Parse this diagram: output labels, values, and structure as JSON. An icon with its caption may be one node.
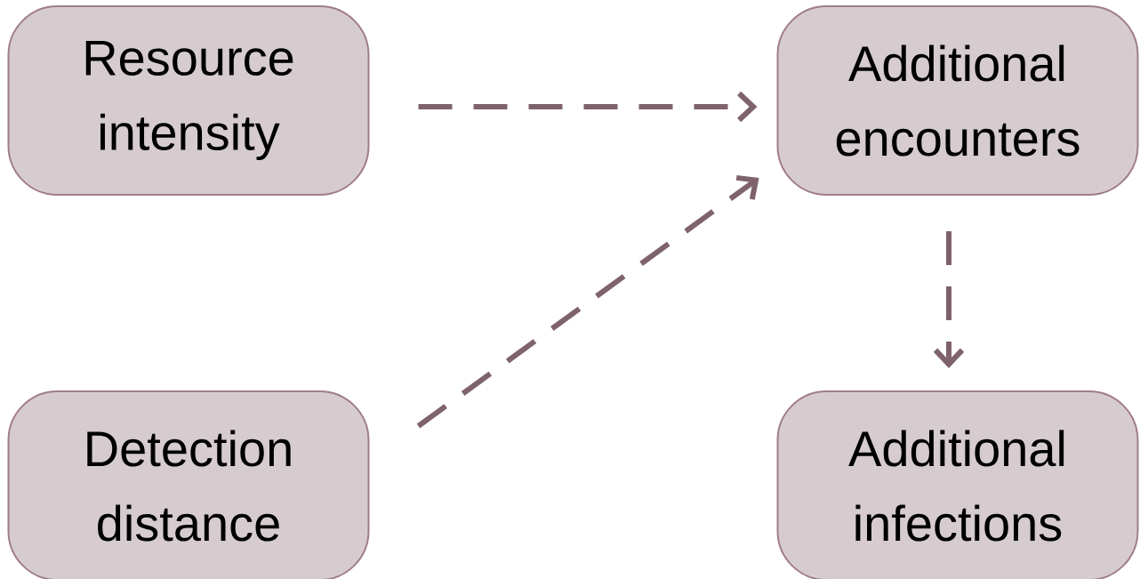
{
  "diagram": {
    "nodes": [
      {
        "text": [
          "Resource intensity"
        ]
      },
      {
        "text": [
          "Additional encounters"
        ]
      },
      {
        "text": [
          "Detection distance"
        ]
      },
      {
        "text": [
          "Additional infections"
        ]
      }
    ],
    "edges": [
      {
        "from": 0,
        "to": 1,
        "arrow": "to",
        "style": "dashed"
      },
      {
        "from": 2,
        "to": 1,
        "arrow": "to",
        "style": "dashed"
      },
      {
        "from": 1,
        "to": 3,
        "arrow": "to",
        "style": "dashed"
      }
    ]
  }
}
